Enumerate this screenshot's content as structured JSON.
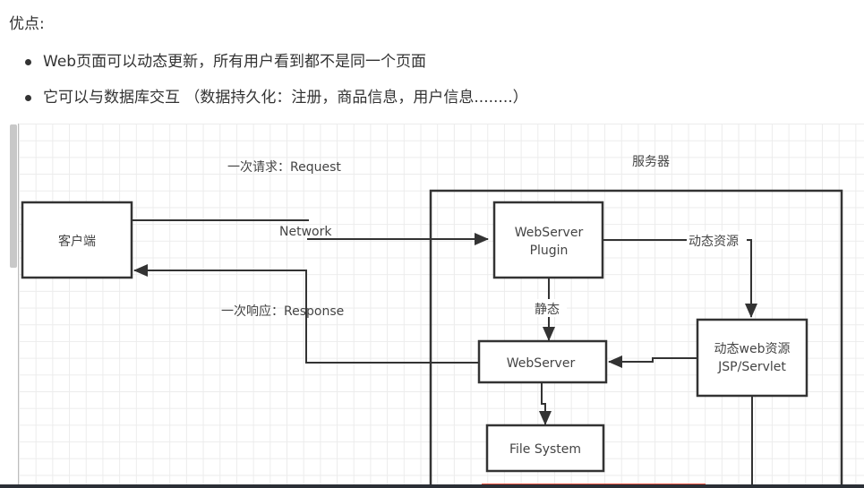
{
  "heading": "优点:",
  "bullets": [
    "Web页面可以动态更新，所有用户看到都不是同一个页面",
    "它可以与数据库交互 （数据持久化：注册，商品信息，用户信息........）"
  ],
  "diagram": {
    "labels": {
      "request": "一次请求：Request",
      "response": "一次响应：Response",
      "network": "Network",
      "server_group": "服务器",
      "dynamic_resource": "动态资源",
      "static": "静态"
    },
    "nodes": {
      "client": "客户端",
      "plugin_line1": "WebServer",
      "plugin_line2": "Plugin",
      "webserver": "WebServer",
      "filesystem": "File System",
      "dynamic_line1": "动态web资源",
      "dynamic_line2": "JSP/Servlet"
    },
    "colors": {
      "stroke": "#333333",
      "grid": "#ececec",
      "text": "#444444"
    }
  }
}
